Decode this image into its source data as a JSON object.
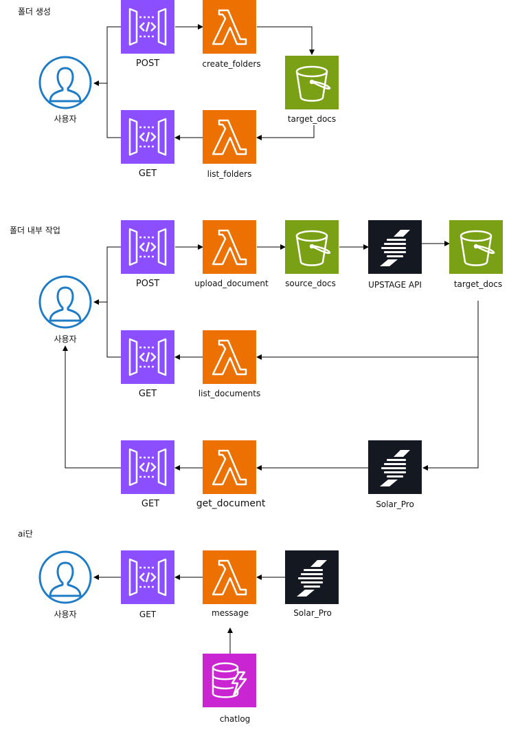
{
  "sections": {
    "folder_create": "폴더 생성",
    "folder_work": "폴더 내부 작업",
    "ai": "ai단"
  },
  "labels": {
    "user1": "사용자",
    "post1": "POST",
    "get1": "GET",
    "create_folders": "create_folders",
    "list_folders": "list_folders",
    "target_docs1": "target_docs",
    "user2": "사용자",
    "post2": "POST",
    "get2": "GET",
    "get3": "GET",
    "upload_document": "upload_document",
    "list_documents": "list_documents",
    "get_document": "get_document",
    "source_docs": "source_docs",
    "upstage_api": "UPSTAGE API",
    "target_docs2": "target_docs",
    "solar_pro1": "Solar_Pro",
    "user3": "사용자",
    "get4": "GET",
    "message": "message",
    "solar_pro2": "Solar_Pro",
    "chatlog": "chatlog"
  },
  "colors": {
    "api_gateway": "#8c4fff",
    "lambda": "#ed7100",
    "s3": "#7aa116",
    "upstage": "#141821",
    "dynamodb": "#c925d1",
    "user_icon": "#1e7bc6"
  }
}
